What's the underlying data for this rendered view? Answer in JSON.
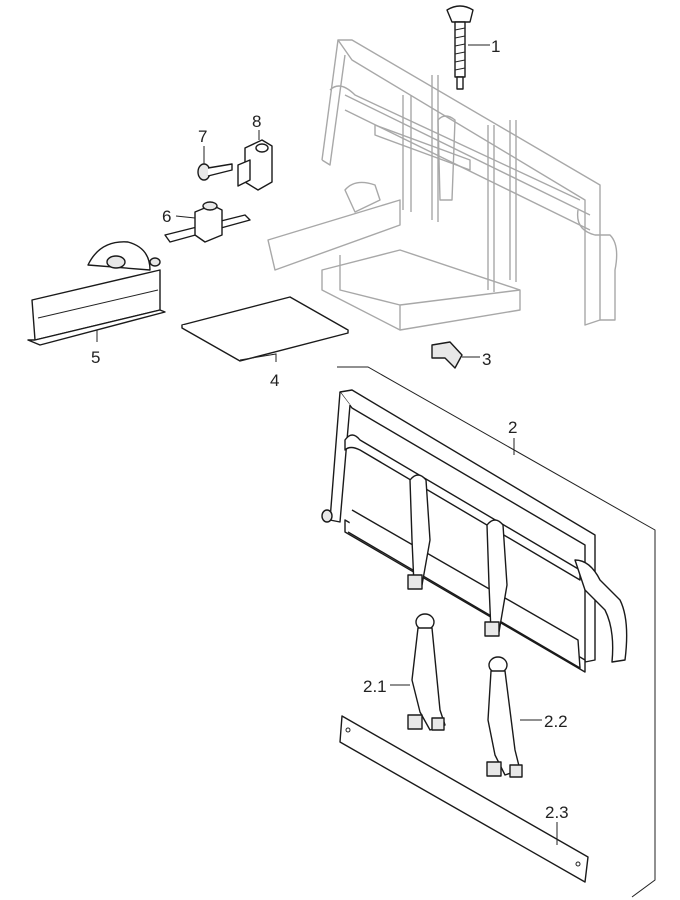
{
  "diagram": {
    "title": "Exploded parts view",
    "labels": {
      "p1": "1",
      "p2": "2",
      "p2_1": "2.1",
      "p2_2": "2.2",
      "p2_3": "2.3",
      "p3": "3",
      "p4": "4",
      "p5": "5",
      "p6": "6",
      "p7": "7",
      "p8": "8"
    }
  }
}
